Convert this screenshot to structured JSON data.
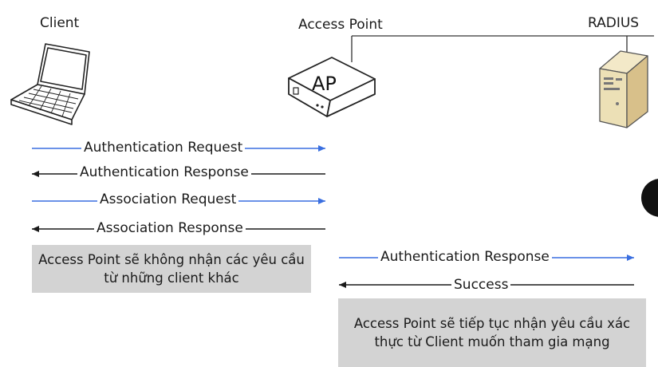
{
  "entities": {
    "client": "Client",
    "access_point": "Access Point",
    "radius": "RADIUS",
    "ap_device_text": "AP"
  },
  "messages": [
    {
      "text": "Authentication Request",
      "from": "client",
      "to": "access_point"
    },
    {
      "text": "Authentication Response",
      "from": "access_point",
      "to": "client"
    },
    {
      "text": "Association Request",
      "from": "client",
      "to": "access_point"
    },
    {
      "text": "Association Response",
      "from": "access_point",
      "to": "client"
    },
    {
      "text": "Authentication Response",
      "from": "access_point",
      "to": "radius"
    },
    {
      "text": "Success",
      "from": "radius",
      "to": "access_point"
    }
  ],
  "notes": {
    "note1": "Access Point sẽ không nhận các yêu cầu từ những client khác",
    "note2": "Access Point sẽ tiếp tục nhận yêu cầu xác thực từ Client muốn tham gia mạng"
  },
  "colors": {
    "blue_arrow": "#3a6fe0",
    "black_arrow": "#1a1a1a",
    "note_background": "#d3d3d3"
  }
}
